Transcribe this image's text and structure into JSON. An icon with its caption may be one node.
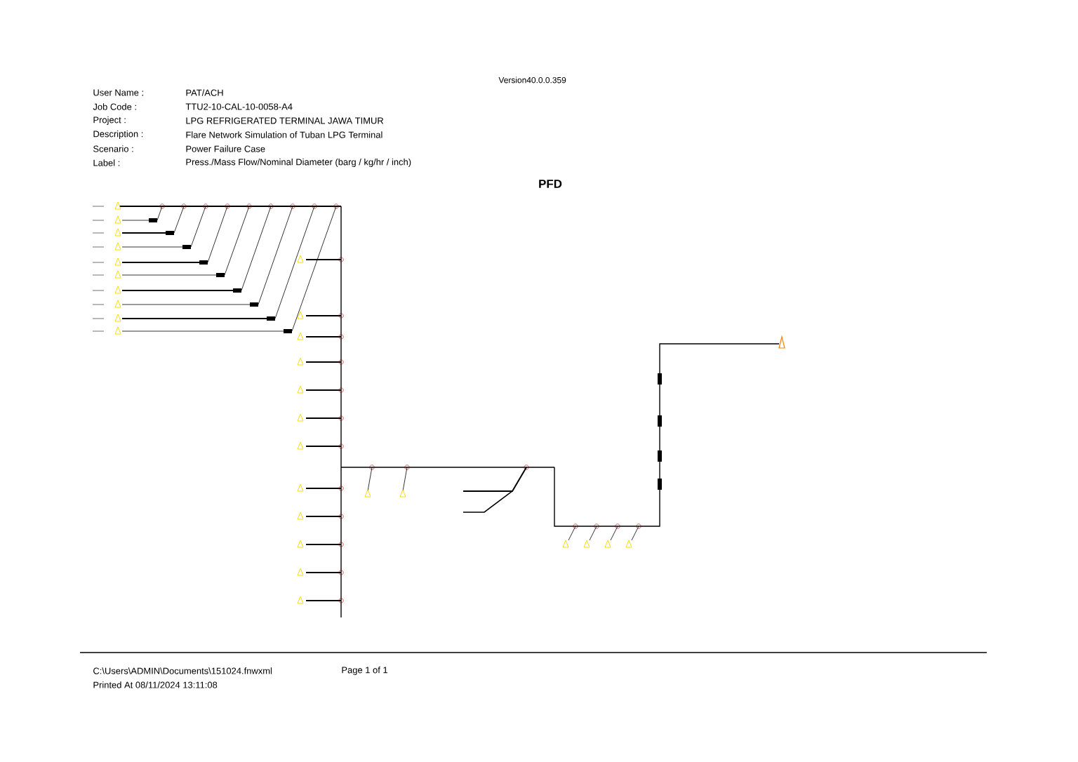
{
  "diagram": {
    "labels": [
      "Version40.0.0.359",
      "User Name :",
      "PAT/ACH",
      "Job Code :",
      "TTU2-10-CAL-10-0058-A4",
      "Project :",
      "LPG REFRIGERATED TERMINAL JAWA TIMUR",
      "Description :",
      "Flare Network Simulation of Tuban LPG Terminal",
      "Scenario :",
      "Power Failure Case",
      "Label :",
      "Press./Mass Flow/Nominal Diameter (barg / kg/hr / inch)",
      "PFD",
      "C:\\Users\\ADMIN\\Documents\\151024.fnwxml",
      "Page 1 of 1",
      "Printed At 08/11/2024 13:11:08"
    ]
  }
}
